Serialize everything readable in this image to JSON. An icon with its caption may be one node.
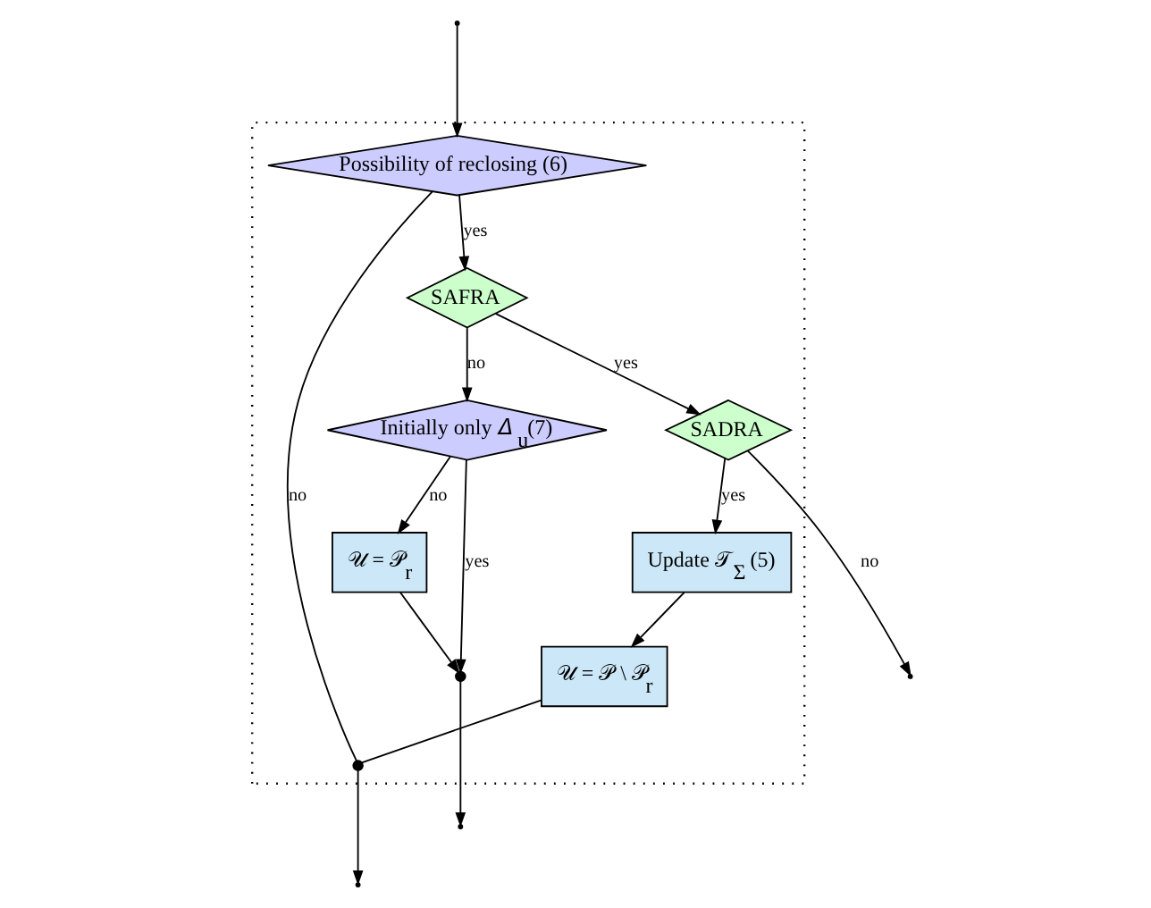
{
  "diagram": {
    "nodes": [
      {
        "text": [],
        "shape": "box"
      },
      {
        "text": [
          "Possibility of reclosing (6)"
        ],
        "in": 0
      },
      {
        "text": [
          "SAFRA"
        ],
        "in": 0
      },
      {
        "text": [
          "SADRA"
        ],
        "in": 0
      },
      {
        "text": [
          "Initially only 𝛥$_{u}$(7)"
        ],
        "in": 0
      },
      {
        "text": [
          "Update 𝒯$_{Σ}$ (5)"
        ],
        "in": 0
      },
      {
        "text": [
          "𝒰 = 𝒫 \\ 𝒫$_{r}$"
        ],
        "in": 0
      },
      {
        "text": [
          "𝒰 = 𝒫$_{r}$"
        ],
        "in": 0
      },
      {
        "text": [],
        "shape": "circle",
        "in": 0
      },
      {
        "text": [],
        "shape": "circle",
        "in": 0
      }
    ],
    "edges": [
      {
        "from": null,
        "to": 1,
        "arrow": "to"
      },
      {
        "from": 1,
        "to": 2,
        "arrow": "to",
        "label": "yes"
      },
      {
        "from": 1,
        "to": 9,
        "arrow": "none",
        "label": "no"
      },
      {
        "from": 2,
        "to": 3,
        "arrow": "to",
        "label": "yes"
      },
      {
        "from": 2,
        "to": 4,
        "arrow": "to",
        "label": "no"
      },
      {
        "from": 3,
        "to": null,
        "arrow": "to",
        "label": "no"
      },
      {
        "from": 3,
        "to": 5,
        "arrow": "to",
        "label": "yes"
      },
      {
        "from": 5,
        "to": 6,
        "arrow": "to"
      },
      {
        "from": 6,
        "to": 9,
        "arrow": "none"
      },
      {
        "from": 9,
        "to": null,
        "arrow": "to"
      },
      {
        "from": 4,
        "to": 8,
        "arrow": "to",
        "label": "yes"
      },
      {
        "from": 4,
        "to": 7,
        "arrow": "to",
        "label": "no"
      },
      {
        "from": 7,
        "to": 8,
        "arrow": "to"
      },
      {
        "from": 8,
        "to": null,
        "arrow": "to"
      }
    ]
  }
}
